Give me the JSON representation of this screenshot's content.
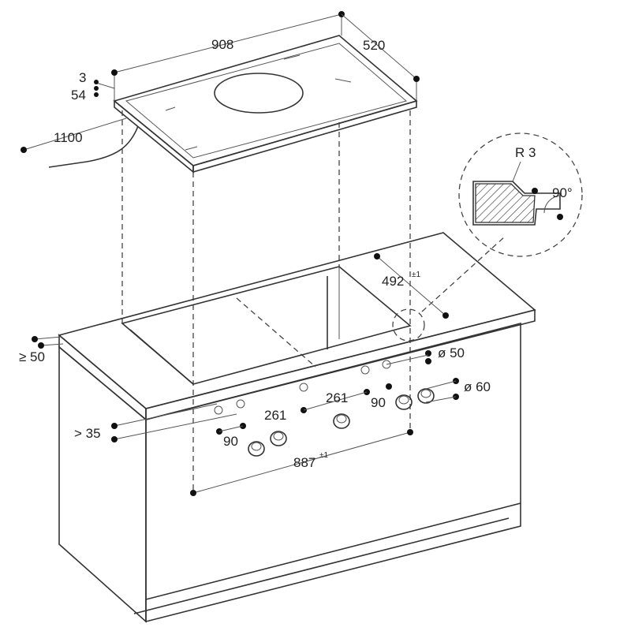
{
  "dimensions": {
    "hob_width": "908",
    "hob_depth": "520",
    "hob_top": "3",
    "hob_height": "54",
    "cable_length": "1100",
    "cutout_depth": "492",
    "cutout_depth_tol": "±1",
    "cutout_width": "887",
    "cutout_width_tol": "±1",
    "front_distance": "≥ 50",
    "knob_offset": "> 35",
    "knob_spacing_left": "90",
    "knob_spacing_right": "90",
    "knob_gap_1": "261",
    "knob_gap_2": "261",
    "hole_diameter": "ø 50",
    "knob_diameter": "ø 60",
    "edge_radius": "R 3",
    "edge_angle": "90°"
  }
}
